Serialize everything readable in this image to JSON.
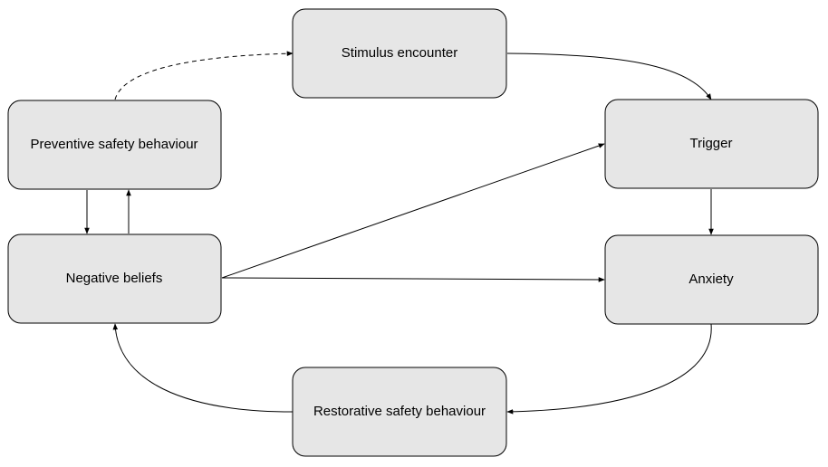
{
  "nodes": {
    "stimulus": {
      "label": "Stimulus encounter"
    },
    "preventive": {
      "label": "Preventive safety behaviour"
    },
    "trigger": {
      "label": "Trigger"
    },
    "negative": {
      "label": "Negative beliefs"
    },
    "anxiety": {
      "label": "Anxiety"
    },
    "restorative": {
      "label": "Restorative safety behaviour"
    }
  },
  "edges": [
    {
      "from": "preventive",
      "to": "stimulus",
      "style": "dashed"
    },
    {
      "from": "stimulus",
      "to": "trigger",
      "style": "solid"
    },
    {
      "from": "trigger",
      "to": "anxiety",
      "style": "solid"
    },
    {
      "from": "negative",
      "to": "trigger",
      "style": "solid"
    },
    {
      "from": "negative",
      "to": "anxiety",
      "style": "solid"
    },
    {
      "from": "anxiety",
      "to": "restorative",
      "style": "solid"
    },
    {
      "from": "restorative",
      "to": "negative",
      "style": "solid"
    },
    {
      "from": "preventive",
      "to": "negative",
      "style": "solid"
    },
    {
      "from": "negative",
      "to": "preventive",
      "style": "solid"
    }
  ],
  "colors": {
    "node_fill": "#e6e6e6",
    "stroke": "#000000",
    "background": "#ffffff"
  }
}
